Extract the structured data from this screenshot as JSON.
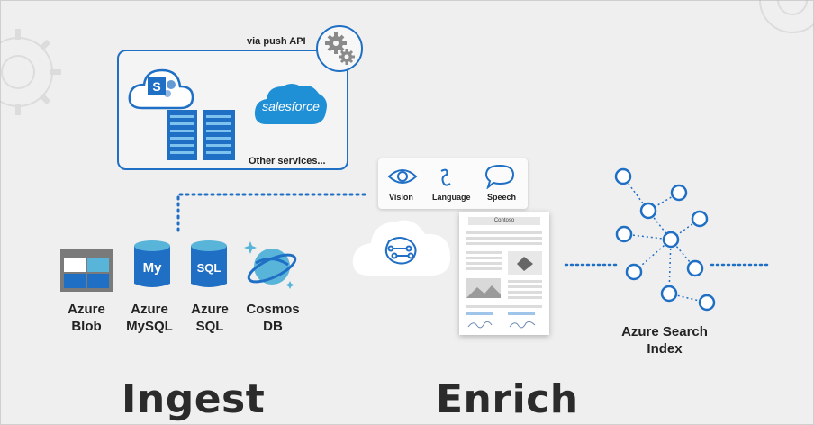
{
  "push": {
    "via_label": "via push API",
    "other_label": "Other services..."
  },
  "services": {
    "salesforce_label": "salesforce"
  },
  "datasources": [
    {
      "label": "Azure Blob"
    },
    {
      "label": "Azure MySQL"
    },
    {
      "label": "Azure SQL"
    },
    {
      "label": "Cosmos DB"
    }
  ],
  "icons": {
    "mysql": "My",
    "sql": "SQL"
  },
  "cognitive": {
    "vision": "Vision",
    "language": "Language",
    "speech": "Speech"
  },
  "document": {
    "title": "Contoso"
  },
  "index": {
    "label": "Azure Search Index"
  },
  "stages": {
    "ingest": "Ingest",
    "enrich": "Enrich"
  },
  "colors": {
    "accent": "#1f6fc5",
    "light_blue": "#59b4d9",
    "text": "#222222"
  }
}
